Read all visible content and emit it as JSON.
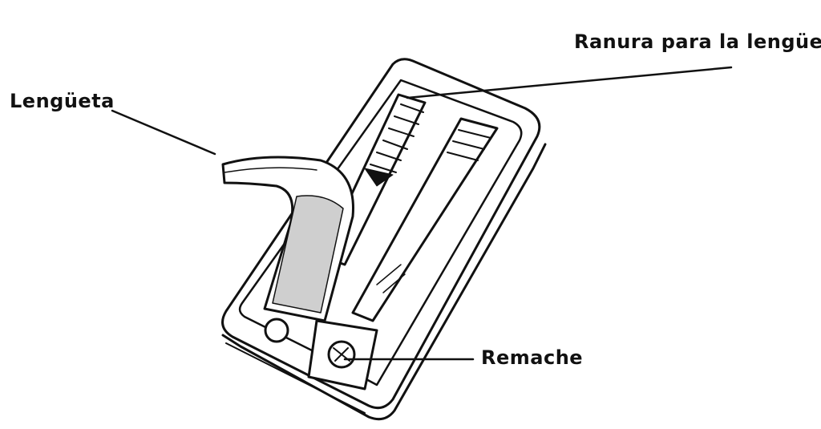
{
  "diagram": {
    "labels": {
      "tab": "Lengüeta",
      "tab_slot": "Ranura para la lengüeta",
      "rivet": "Remache"
    },
    "colors": {
      "ink": "#111111",
      "background": "#ffffff",
      "shade": "#cfcfcf"
    }
  }
}
